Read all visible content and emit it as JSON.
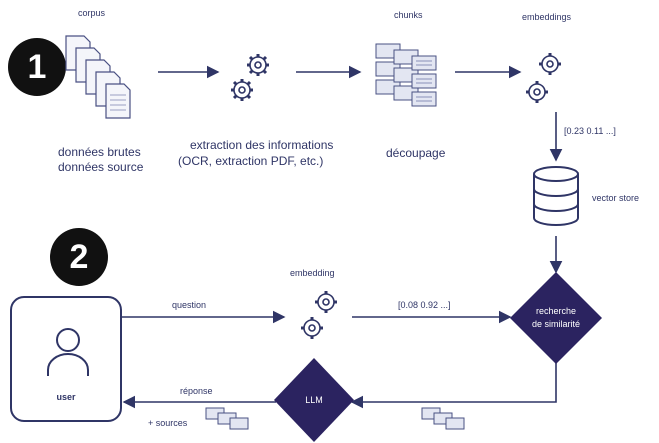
{
  "steps": {
    "one": "1",
    "two": "2"
  },
  "pipeline": {
    "corpus_title": "corpus",
    "chunks_title": "chunks",
    "embeddings_title": "embeddings",
    "donnees_brutes": "données brutes",
    "donnees_source": "données source",
    "extraction_line1": "extraction des informations",
    "extraction_line2": "(OCR, extraction PDF, etc.)",
    "decoupage": "découpage",
    "vector_sample": "[0.23  0.11 ...]",
    "vector_store": "vector store"
  },
  "query": {
    "user_label": "user",
    "question": "question",
    "embedding_title": "embedding",
    "vector_sample": "[0.08  0.92 ...]",
    "similarity_line1": "recherche",
    "similarity_line2": "de similarité",
    "llm": "LLM",
    "reponse": "réponse",
    "sources": "+ sources"
  },
  "colors": {
    "primary": "#2f3566",
    "diamond": "#2b2360",
    "badge": "#111111"
  }
}
